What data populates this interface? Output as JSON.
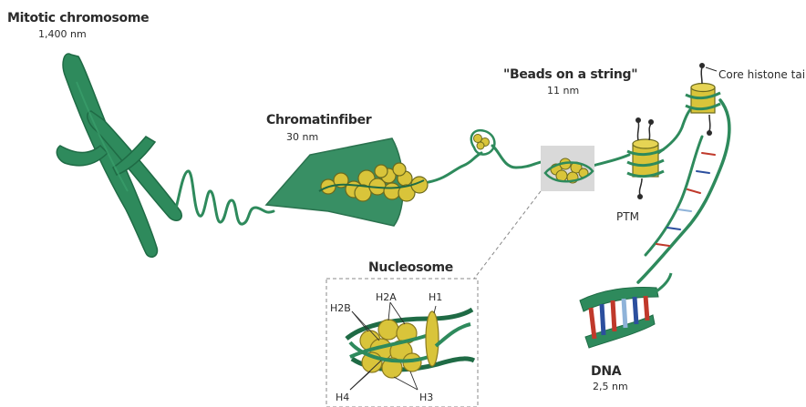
{
  "labels": {
    "mitotic_chromosome": "Mitotic chromosome",
    "mitotic_size": "1,400 nm",
    "chromatin_fiber": "Chromatinfiber",
    "chromatin_size": "30 nm",
    "beads_on_string": "\"Beads on a string\"",
    "beads_size": "11 nm",
    "core_histone_tail": "Core histone tail",
    "ptm": "PTM",
    "nucleosome": "Nucleosome",
    "dna": "DNA",
    "dna_size": "2,5 nm",
    "histones": {
      "h2b": "H2B",
      "h2a": "H2A",
      "h1": "H1",
      "h4": "H4",
      "h3": "H3"
    }
  },
  "colors": {
    "chromatin_green": "#2e8a5c",
    "chromatin_dark": "#1f6b45",
    "histone_yellow": "#d9c43a",
    "highlight_box": "#d9d9d9",
    "dna_red": "#c0392b",
    "dna_blue": "#2c4f9e",
    "dna_lightblue": "#8fb3d9"
  }
}
